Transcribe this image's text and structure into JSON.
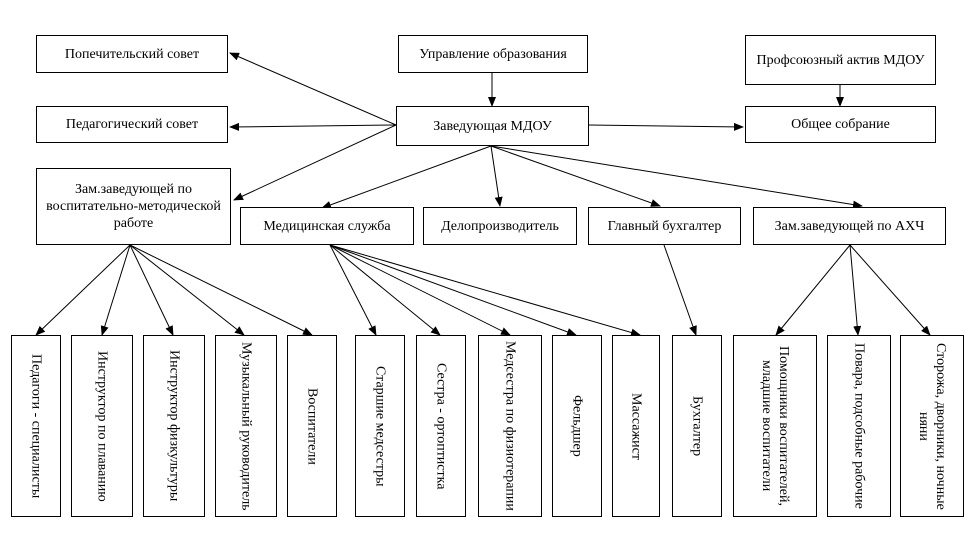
{
  "top": {
    "board_of_trustees": "Попечительский совет",
    "education_department": "Управление образования",
    "trade_union": "Профсоюзный актив МДОУ"
  },
  "middle": {
    "pedagogical_council": "Педагогический совет",
    "head": "Заведующая МДОУ",
    "general_meeting": "Общее собрание"
  },
  "second": {
    "deputy_methodical": "Зам.заведующей по воспитательно-методической работе",
    "medical_service": "Медицинская служба",
    "clerk": "Делопроизводитель",
    "chief_accountant": "Главный бухгалтер",
    "deputy_household": "Зам.заведующей по АХЧ"
  },
  "staff": [
    "Педагоги - специалисты",
    "Инструктор по плаванию",
    "Инструктор физкультуры",
    "Музыкальный руководитель",
    "Воспитатели",
    "Старшие медсестры",
    "Сестра - ортоптистка",
    "Медсестра по физиотерапии",
    "Фельдшер",
    "Массажист",
    "Бухгалтер",
    "Помощники воспитателей, младшие воспитатели",
    "Повара, подсобные рабочие",
    "Сторожа, дворники, ночные няни"
  ]
}
